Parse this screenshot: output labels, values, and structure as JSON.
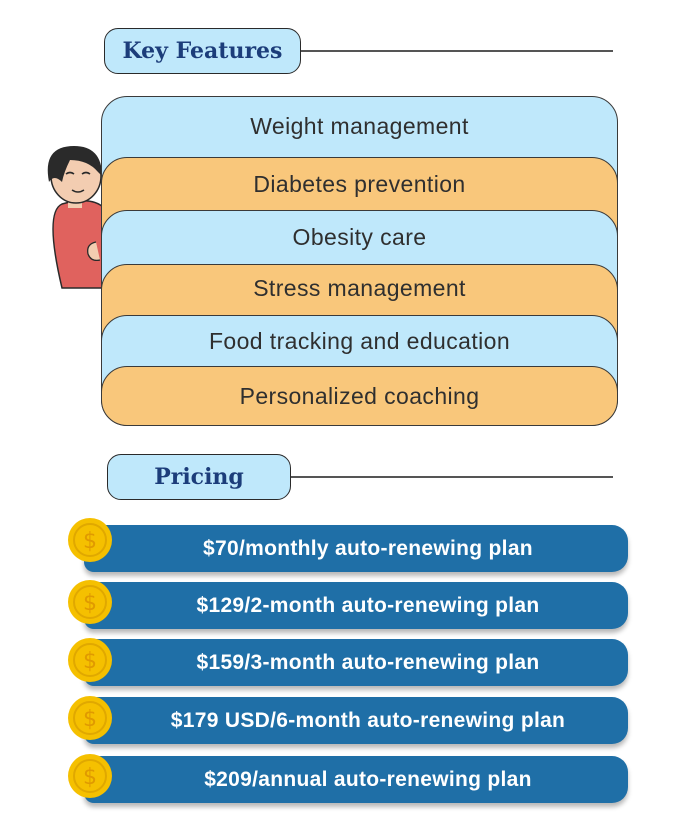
{
  "features": {
    "heading": "Key Features",
    "items": [
      {
        "label": "Weight management",
        "color": "#bfe8fb"
      },
      {
        "label": "Diabetes prevention",
        "color": "#f9c77b"
      },
      {
        "label": "Obesity care",
        "color": "#bfe8fb"
      },
      {
        "label": "Stress management",
        "color": "#f9c77b"
      },
      {
        "label": "Food tracking and education",
        "color": "#bfe8fb"
      },
      {
        "label": "Personalized coaching",
        "color": "#f9c77b"
      }
    ]
  },
  "pricing": {
    "heading": "Pricing",
    "plans": [
      {
        "label": "$70/monthly auto-renewing plan"
      },
      {
        "label": "$129/2-month auto-renewing plan"
      },
      {
        "label": "$159/3-month auto-renewing plan"
      },
      {
        "label": "$179 USD/6-month auto-renewing plan"
      },
      {
        "label": "$209/annual auto-renewing plan"
      }
    ],
    "coin_symbol": "$"
  },
  "colors": {
    "heading_text": "#1c3d7a",
    "plan_bar": "#1f6fa7",
    "coin": "#f5c000"
  },
  "icons": {
    "coin": "dollar-coin-icon",
    "illustration": "peeking-person-illustration"
  }
}
